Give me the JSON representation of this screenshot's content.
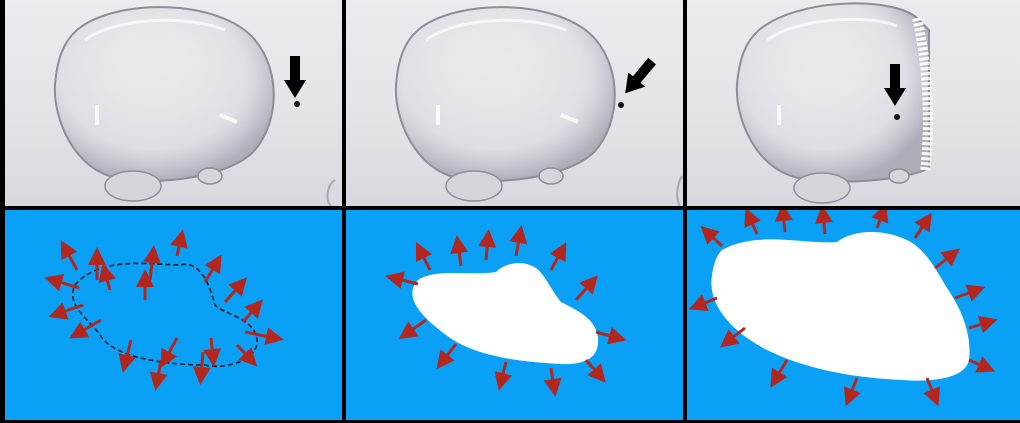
{
  "figure": {
    "colors": {
      "diagram_background": "#0aa0f5",
      "arrow": "#b3261e",
      "hole": "#ffffff",
      "outline": "#1a1a1a",
      "photo_background": "#e8e7ec",
      "pointer": "#000000"
    },
    "rows": [
      {
        "kind": "photo",
        "description_icon": "soap-bubble-photo"
      },
      {
        "kind": "diagram",
        "description_icon": "expanding-hole-schematic"
      }
    ],
    "panels": [
      {
        "stage": 1,
        "photo_marker": "pointer-arrow-icon",
        "diagram": "dashed-outline-with-arrows"
      },
      {
        "stage": 2,
        "photo_marker": "pointer-arrow-icon",
        "diagram": "small-hole-with-arrows"
      },
      {
        "stage": 3,
        "photo_marker": "pointer-arrow-icon",
        "diagram": "large-hole-with-arrows"
      }
    ]
  }
}
